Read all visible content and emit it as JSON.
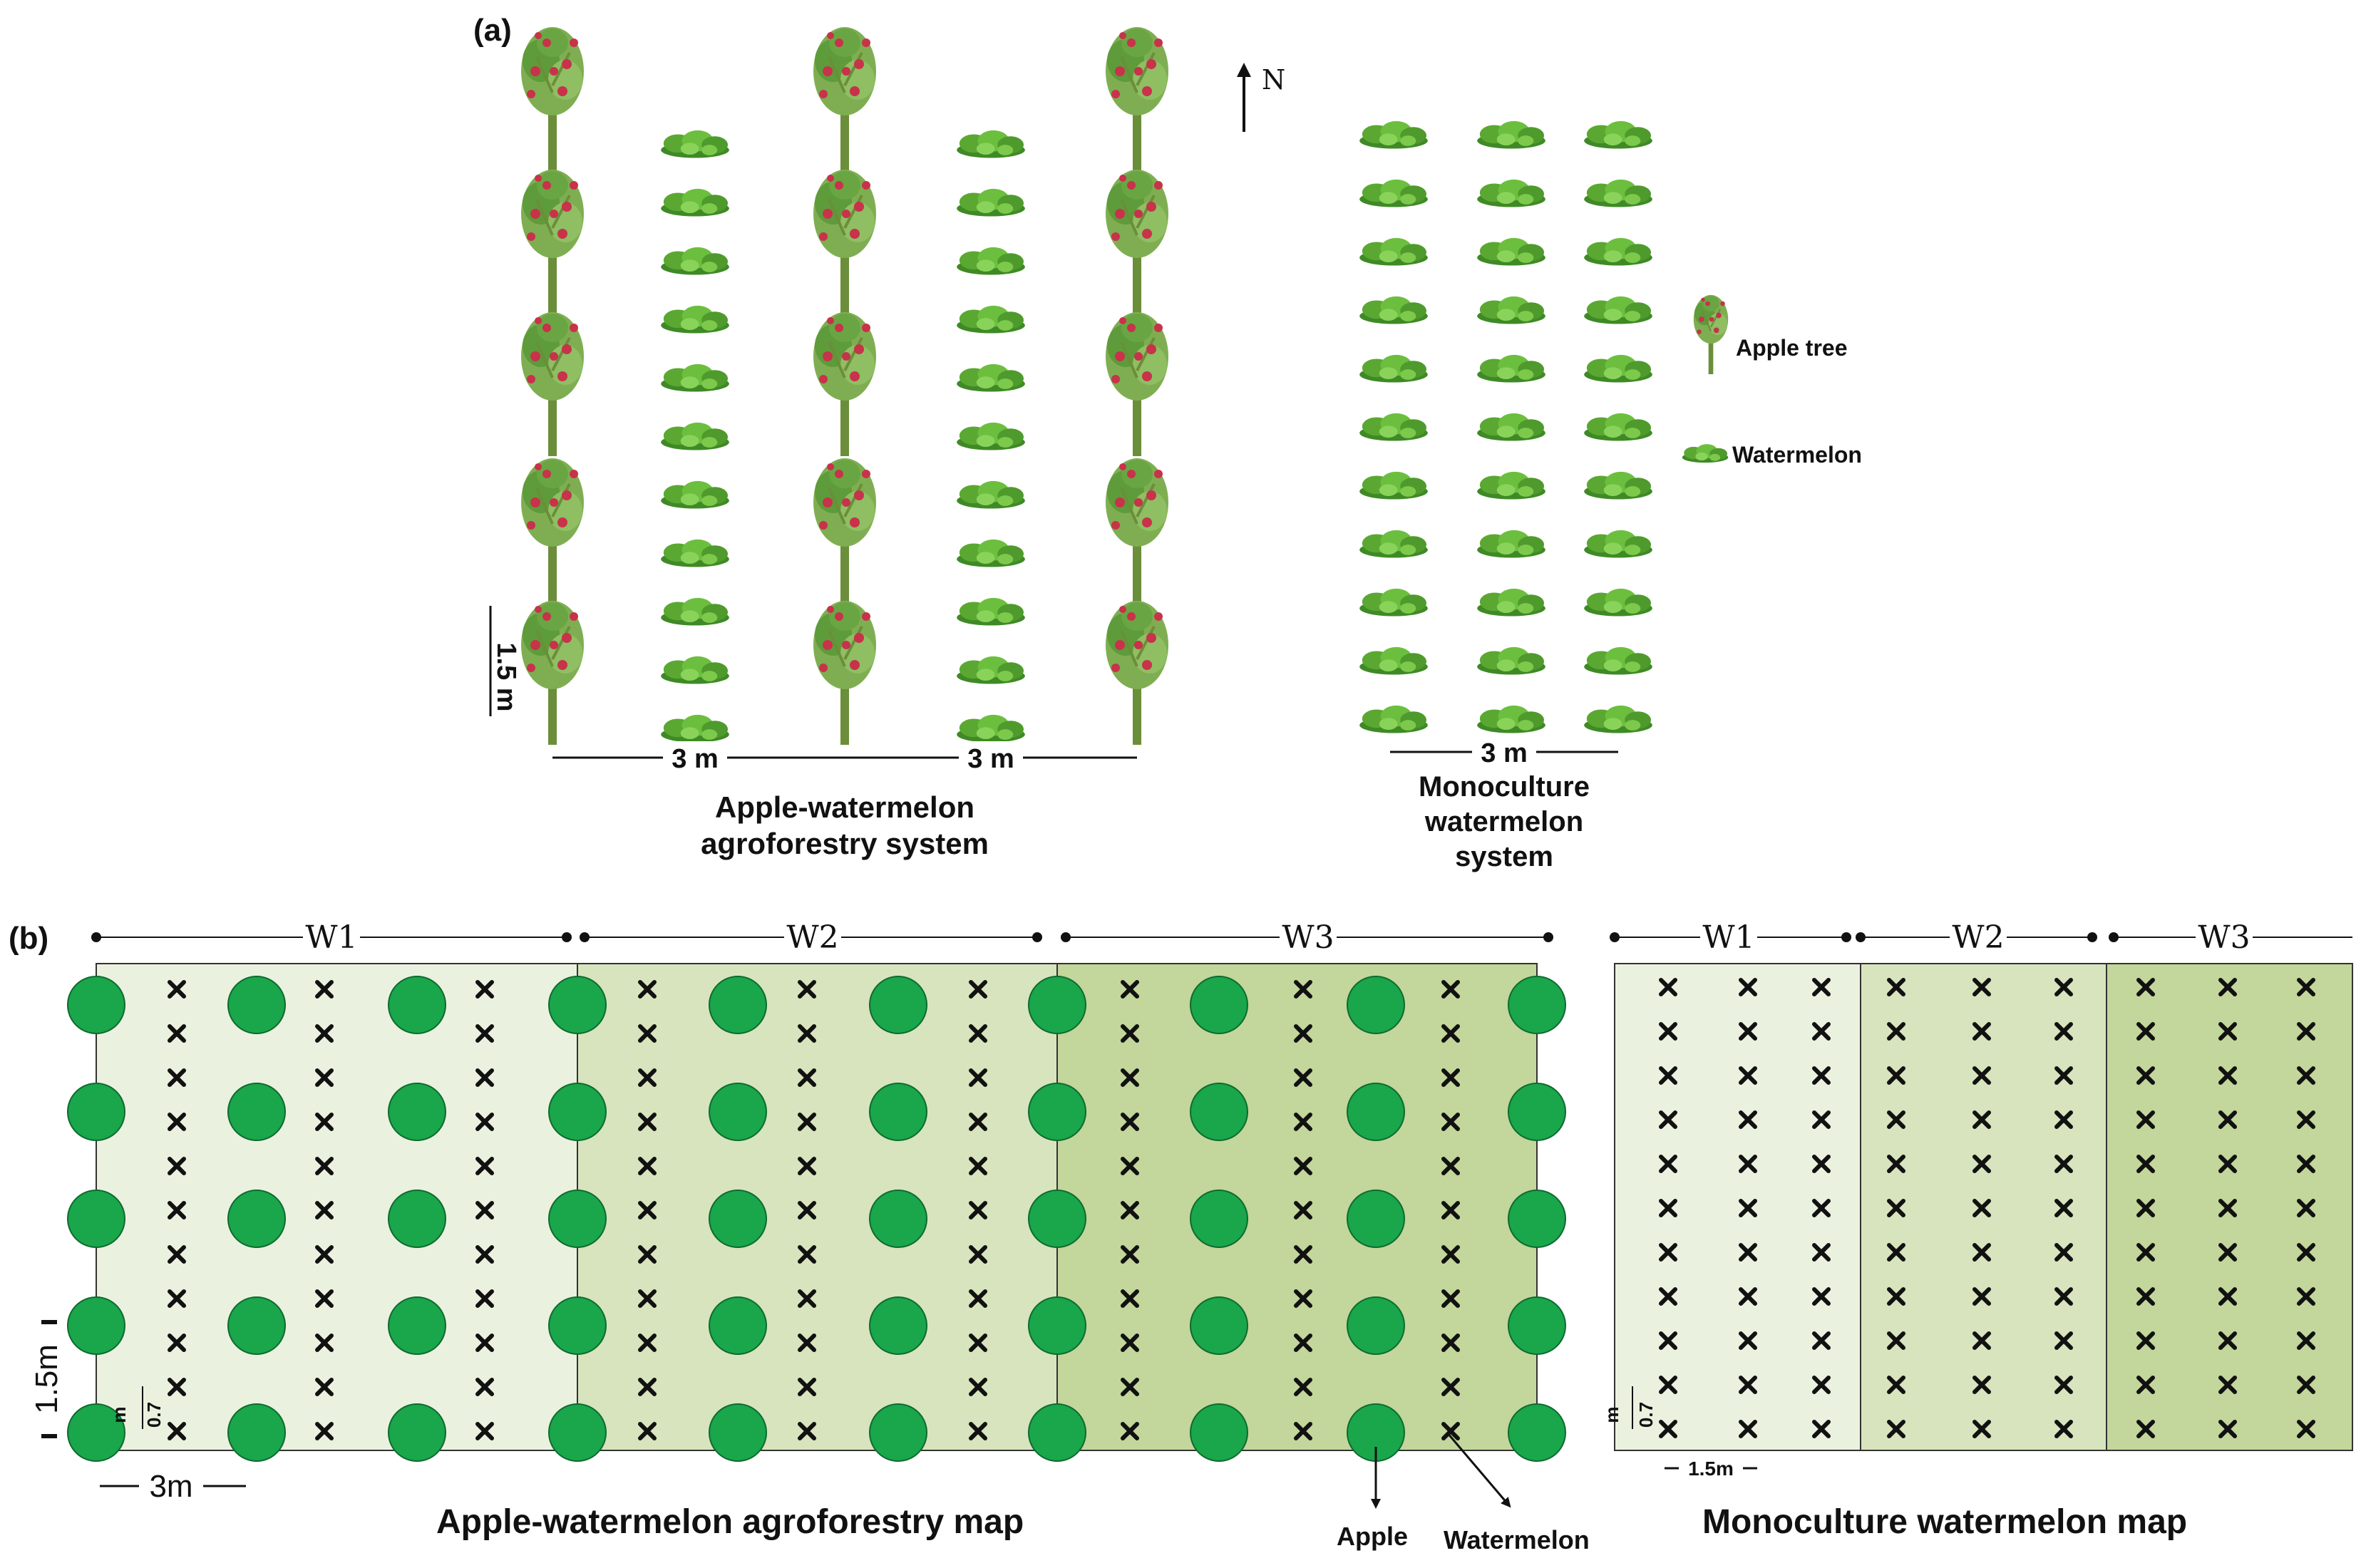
{
  "panel_a": {
    "label": "(a)",
    "north_label": "N",
    "legend": {
      "apple_tree": "Apple tree",
      "watermelon": "Watermelon"
    },
    "agroforestry": {
      "caption_line1": "Apple-watermelon",
      "caption_line2": "agroforestry system",
      "spacing_a": "3 m",
      "spacing_b": "3 m",
      "row_spacing": "1.5 m"
    },
    "monoculture": {
      "caption_line1": "Monoculture",
      "caption_line2": "watermelon",
      "caption_line3": "system",
      "spacing": "3 m"
    }
  },
  "panel_b": {
    "label": "(b)",
    "agroforestry_map": {
      "title": "Apple-watermelon agroforestry map",
      "zones": [
        "W1",
        "W2",
        "W3"
      ],
      "row_spacing": "1.5m",
      "col_spacing": "3m",
      "plant_spacing_a": "0.7",
      "plant_spacing_b": "m",
      "annotation_apple": "Apple",
      "annotation_watermelon": "Watermelon"
    },
    "monoculture_map": {
      "title": "Monoculture watermelon map",
      "zones": [
        "W1",
        "W2",
        "W3"
      ],
      "spacing": "1.5m",
      "plant_spacing_a": "0.7",
      "plant_spacing_b": "m"
    }
  },
  "colors": {
    "apple_circle": "#1aa64b",
    "zone_light": "#ebf1df",
    "zone_mid": "#d7e4bd",
    "zone_dark": "#c3d69b",
    "tree_trunk": "#6b8e3a",
    "apple_fruit": "#c8324a",
    "melon_leaf": "#5aa832"
  }
}
